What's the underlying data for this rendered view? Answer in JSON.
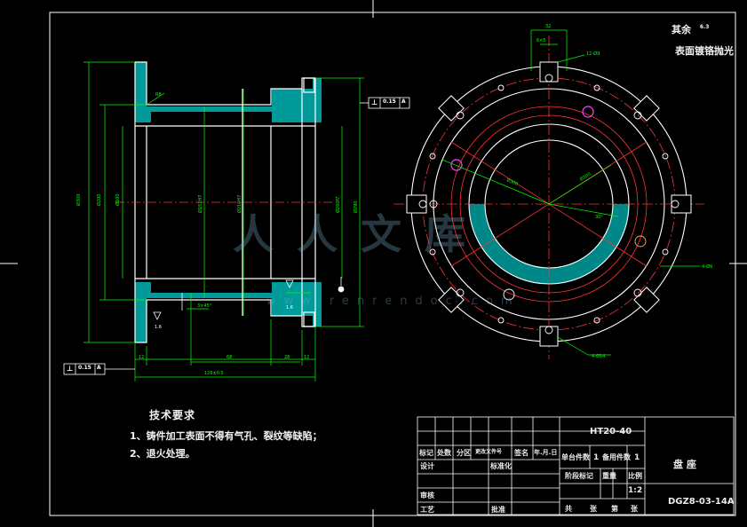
{
  "technical_requirements": {
    "title": "技术要求",
    "items": [
      "1、铸件加工表面不得有气孔、裂纹等缺陷；",
      "2、退火处理。"
    ]
  },
  "roughness_note": {
    "label": "其余",
    "value": "6.3",
    "note": "表面镀铬抛光"
  },
  "watermark": {
    "text": "人人文库",
    "url": "www.renrendoc.com"
  },
  "title_block": {
    "material": "HT20-40",
    "part_name": "盘  座",
    "drawing_number": "DGZ8-03-14A",
    "scale": "1:2",
    "quantity": "1",
    "row_headers": [
      "标记",
      "处数",
      "分区",
      "更改文件号",
      "签名",
      "年.月.日"
    ],
    "labels": {
      "design": "设计",
      "standardize": "标准化",
      "review": "审核",
      "process": "工艺",
      "approve": "批准",
      "stage_mark": "阶段标记",
      "weight": "重量",
      "scale_label": "比例",
      "total": "共",
      "sheet": "张",
      "page": "第",
      "sheet2": "张",
      "unit_qty": "单台件数",
      "group_qty": "备用件数"
    }
  },
  "tolerance_frames": [
    {
      "symbol": "⊥",
      "value": "0.15",
      "datum": "A"
    },
    {
      "symbol": "⊥",
      "value": "0.15",
      "datum": "A"
    }
  ],
  "colors": {
    "background": "#000000",
    "outline": "#ffffff",
    "dimension": "#00ff00",
    "center_line": "#ff3333",
    "hatch": "#00cccc",
    "hole": "#ff44ff",
    "text": "#f2f2f2"
  }
}
